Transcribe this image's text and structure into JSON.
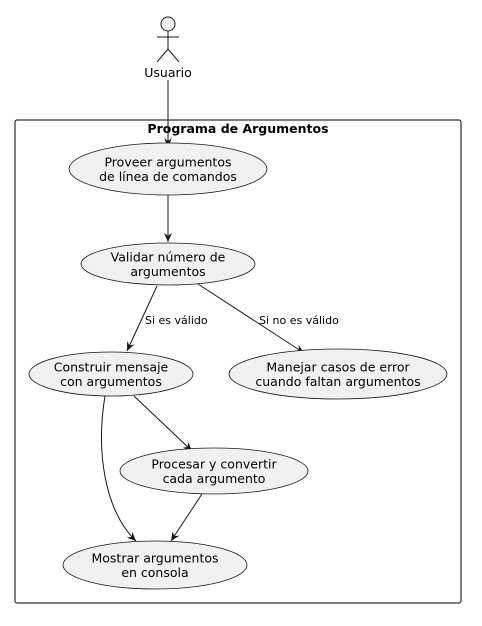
{
  "actor": {
    "label": "Usuario"
  },
  "system": {
    "title": "Programa de Argumentos"
  },
  "use_cases": [
    {
      "id": "uc1",
      "lines": [
        "Proveer argumentos",
        "de línea de comandos"
      ]
    },
    {
      "id": "uc2",
      "lines": [
        "Validar número de",
        "argumentos"
      ]
    },
    {
      "id": "uc3",
      "lines": [
        "Construir mensaje",
        "con argumentos"
      ]
    },
    {
      "id": "uc4",
      "lines": [
        "Manejar casos de error",
        "cuando faltan argumentos"
      ]
    },
    {
      "id": "uc5",
      "lines": [
        "Procesar y convertir",
        "cada argumento"
      ]
    },
    {
      "id": "uc6",
      "lines": [
        "Mostrar argumentos",
        "en consola"
      ]
    }
  ],
  "edges": [
    {
      "from": "actor",
      "to": "uc1",
      "label": ""
    },
    {
      "from": "uc1",
      "to": "uc2",
      "label": ""
    },
    {
      "from": "uc2",
      "to": "uc3",
      "label": "Si es válido"
    },
    {
      "from": "uc2",
      "to": "uc4",
      "label": "Si no es válido"
    },
    {
      "from": "uc3",
      "to": "uc5",
      "label": ""
    },
    {
      "from": "uc3",
      "to": "uc6",
      "label": ""
    },
    {
      "from": "uc5",
      "to": "uc6",
      "label": ""
    }
  ],
  "colors": {
    "ellipse_fill": "#f1f1f1",
    "stroke": "#181818",
    "line": "#181818",
    "frame": "#000000"
  }
}
